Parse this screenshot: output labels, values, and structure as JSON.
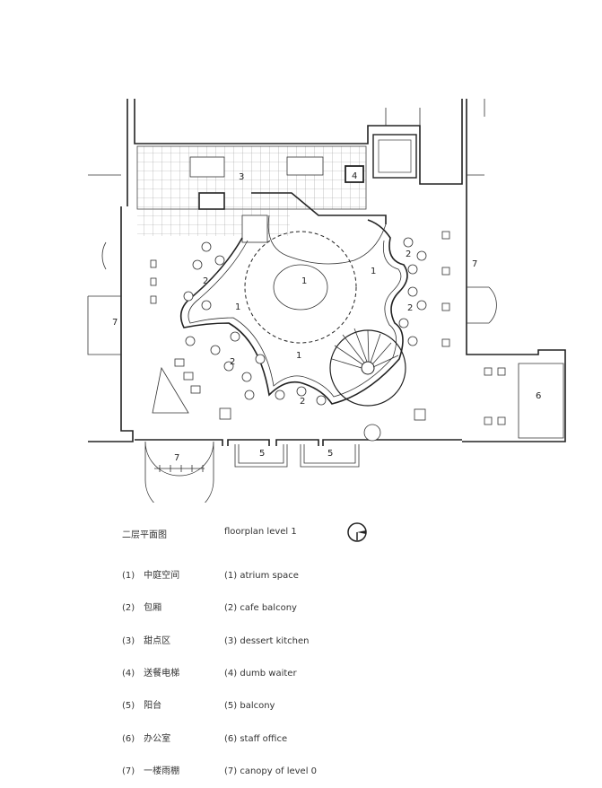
{
  "title_cn": "二层平面图",
  "title_en": "floorplan level 1",
  "legend_cn": [
    "(1)　中庭空间",
    "(2)　包厢",
    "(3)　甜点区",
    "(4)　送餐电梯",
    "(5)　阳台",
    "(6)　办公室",
    "(7)　一楼雨棚"
  ],
  "legend_en": [
    "(1) atrium space",
    "(2) cafe balcony",
    "(3) dessert kitchen",
    "(4) dumb waiter",
    "(5) balcony",
    "(6) staff office",
    "(7) canopy of level 0"
  ],
  "labels": {
    "atrium_upper": "1",
    "atrium_mid": "1",
    "atrium_lower": "1",
    "atrium_right": "1",
    "balcony_nw": "2",
    "balcony_ne": "2",
    "balcony_e": "2",
    "balcony_sw": "2",
    "balcony_s": "2",
    "kitchen": "3",
    "dumb_waiter": "4",
    "balcony_left": "5",
    "balcony_right": "5",
    "office": "6",
    "canopy_w": "7",
    "canopy_e": "7",
    "canopy_s": "7"
  }
}
